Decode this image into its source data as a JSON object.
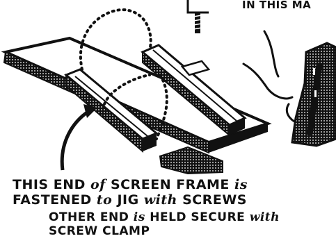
{
  "captions": {
    "top": "IN THIS MA",
    "line1": {
      "a": "THIS END ",
      "b": "of",
      "c": " SCREEN FRAME ",
      "d": "is"
    },
    "line2": {
      "a": "FASTENED ",
      "b": "to",
      "c": " JIG ",
      "d": "with",
      "e": " SCREWS"
    },
    "line3": {
      "a": "OTHER END ",
      "b": "is",
      "c": " HELD SECURE ",
      "d": "with"
    },
    "line4": "SCREW CLAMP"
  },
  "colors": {
    "ink": "#111111",
    "paper": "#ffffff"
  },
  "icons": [
    "jig-base",
    "screen-frame-rails",
    "screw",
    "hand-holding-frame",
    "screw-clamp"
  ]
}
